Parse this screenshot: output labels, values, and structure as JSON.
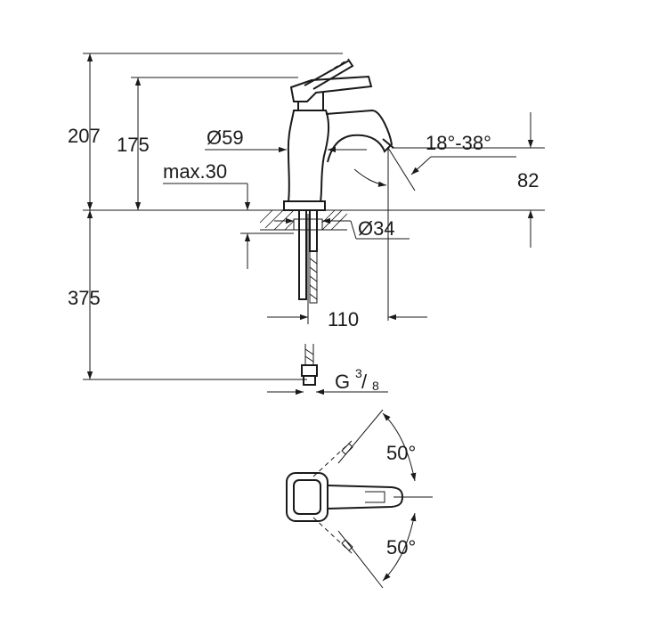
{
  "dimensions": {
    "total_height": "207",
    "lever_height": "175",
    "base_diameter": "Ø59",
    "max_thickness": "max.30",
    "spout_angle": "18°-38°",
    "spout_height": "82",
    "hole_diameter": "Ø34",
    "hose_length": "375",
    "spout_reach": "110",
    "thread": "G",
    "thread_num": "3",
    "thread_den": "8",
    "lever_rot_up": "50°",
    "lever_rot_down": "50°"
  }
}
